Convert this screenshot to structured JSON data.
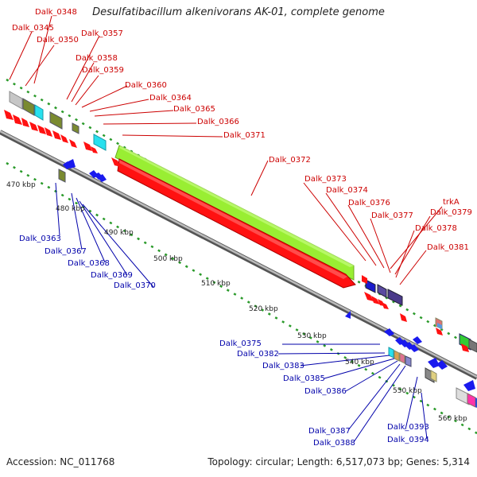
{
  "title": "Desulfatibacillum alkenivorans AK-01, complete genome",
  "footer": {
    "accession": "Accession: NC_011768",
    "summary": "Topology: circular; Length: 6,517,073 bp; Genes: 5,314"
  },
  "colors": {
    "forward_label": "#cc0000",
    "reverse_label": "#0000aa",
    "forward_gene": "#ff0000",
    "reverse_gene": "#0000ee",
    "backbone": "#8a8a8a",
    "tick": "#2a9a2a",
    "highlight_gene": "#99ee33"
  },
  "scale_labels": [
    "470 kbp",
    "480 kbp",
    "490 kbp",
    "500 kbp",
    "510 kbp",
    "520 kbp",
    "530 kbp",
    "540 kbp",
    "550 kbp",
    "560 kbp"
  ],
  "forward_labels": [
    "Dalk_0348",
    "Dalk_0345",
    "Dalk_0350",
    "Dalk_0357",
    "Dalk_0358",
    "Dalk_0359",
    "Dalk_0360",
    "Dalk_0364",
    "Dalk_0365",
    "Dalk_0366",
    "Dalk_0371",
    "Dalk_0372",
    "Dalk_0373",
    "Dalk_0374",
    "Dalk_0376",
    "trkA",
    "Dalk_0377",
    "Dalk_0379",
    "Dalk_0378",
    "Dalk_0381"
  ],
  "reverse_labels": [
    "Dalk_0363",
    "Dalk_0367",
    "Dalk_0368",
    "Dalk_0369",
    "Dalk_0370",
    "Dalk_0375",
    "Dalk_0382",
    "Dalk_0383",
    "Dalk_0385",
    "Dalk_0386",
    "Dalk_0387",
    "Dalk_0388",
    "Dalk_0393",
    "Dalk_0394"
  ]
}
